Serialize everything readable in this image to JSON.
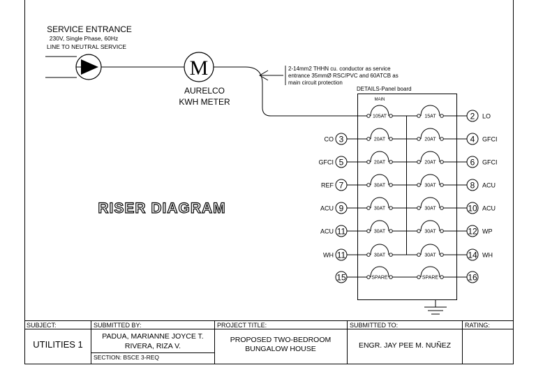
{
  "service": {
    "title": "SERVICE ENTRANCE",
    "line1": "230V, Single Phase, 60Hz",
    "line2": "LINE TO NEUTRAL SERVICE"
  },
  "meter": {
    "symbol": "M",
    "label1": "AURELCO",
    "label2": "KWH METER"
  },
  "note": {
    "line1": "2-14mm2 THHN cu. conductor as service",
    "line2": "entrance 35mmØ RSC/PVC and 60ATCB as",
    "line3": "main circuit protection"
  },
  "panel": {
    "title": "DETAILS-Panel board",
    "main_label": "MAIN",
    "rows": [
      {
        "left_breaker": "105AT",
        "right_breaker": "15AT",
        "left_num": "",
        "left_label": "",
        "right_num": "2",
        "right_label": "LO"
      },
      {
        "left_breaker": "20AT",
        "right_breaker": "20AT",
        "left_num": "3",
        "left_label": "CO",
        "right_num": "4",
        "right_label": "GFCI"
      },
      {
        "left_breaker": "20AT",
        "right_breaker": "20AT",
        "left_num": "5",
        "left_label": "GFCI",
        "right_num": "6",
        "right_label": "GFCI"
      },
      {
        "left_breaker": "30AT",
        "right_breaker": "30AT",
        "left_num": "7",
        "left_label": "REF",
        "right_num": "8",
        "right_label": "ACU"
      },
      {
        "left_breaker": "30AT",
        "right_breaker": "30AT",
        "left_num": "9",
        "left_label": "ACU",
        "right_num": "10",
        "right_label": "ACU"
      },
      {
        "left_breaker": "30AT",
        "right_breaker": "30AT",
        "left_num": "11",
        "left_label": "ACU",
        "right_num": "12",
        "right_label": "WP"
      },
      {
        "left_breaker": "30AT",
        "right_breaker": "30AT",
        "left_num": "11",
        "left_label": "WH",
        "right_num": "14",
        "right_label": "WH"
      },
      {
        "left_breaker": "SPARE",
        "right_breaker": "SPARE",
        "left_num": "15",
        "left_label": "",
        "right_num": "16",
        "right_label": ""
      }
    ]
  },
  "drawing_title": "RISER DIAGRAM",
  "title_block": {
    "subject_header": "SUBJECT:",
    "subject": "UTILITIES 1",
    "submitted_by_header": "SUBMITTED BY:",
    "submitted_by_line1": "PADUA, MARIANNE JOYCE T.",
    "submitted_by_line2": "RIVERA, RIZA V.",
    "section": "SECTION: BSCE 3-REQ",
    "project_title_header": "PROJECT TITLE:",
    "project_title_line1": "PROPOSED TWO-BEDROOM",
    "project_title_line2": "BUNGALOW HOUSE",
    "submitted_to_header": "SUBMITTED TO:",
    "submitted_to": "ENGR. JAY PEE M. NUÑEZ",
    "rating_header": "RATING:",
    "rating": ""
  }
}
